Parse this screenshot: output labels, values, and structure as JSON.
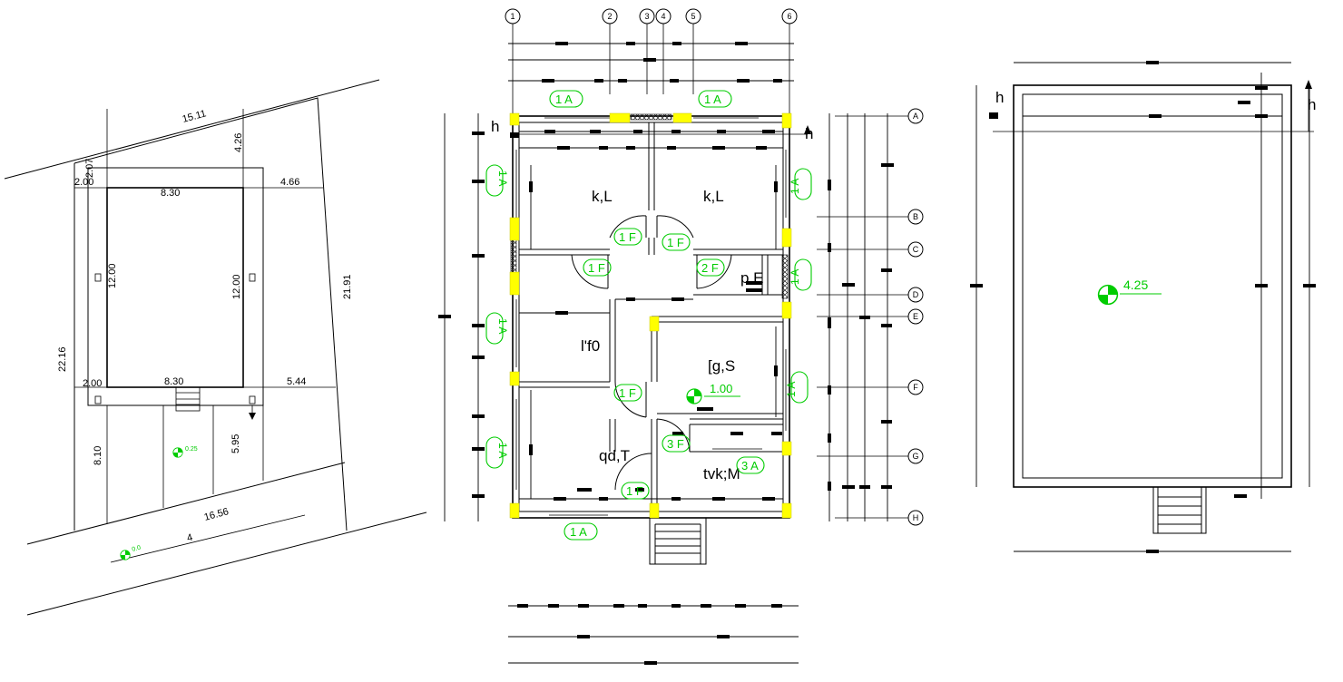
{
  "site_plan": {
    "dims": {
      "top_diag": "15.11",
      "top_offset": "2.07",
      "top_right": "4.26",
      "left_setback_top": "2.00",
      "width_top": "8.30",
      "right_setback_top": "4.66",
      "height_left": "12.00",
      "height_right": "12.00",
      "right_side": "21.91",
      "left_side": "22.16",
      "left_setback_bottom": "2.00",
      "width_bottom": "8.30",
      "right_setback_bottom": "5.44",
      "front_left": "8.10",
      "front_right": "5.95",
      "road_front": "16.56"
    },
    "level_site": "0.25",
    "level_road": "0.0",
    "road_label": "4"
  },
  "floor_plan": {
    "grid_columns": [
      "1",
      "2",
      "3",
      "4",
      "5",
      "6"
    ],
    "grid_rows": [
      "A",
      "B",
      "C",
      "D",
      "E",
      "F",
      "G",
      "H"
    ],
    "rooms": {
      "bedroom_left": "k,L",
      "bedroom_right": "k,L",
      "store": "p.E",
      "lobby": "l'f0",
      "kitchen": "[g,S",
      "drawing": "qd,T",
      "toilet": "tvk;M"
    },
    "tags": {
      "window_top_left": "1 A",
      "window_top_right": "1 A",
      "window_bottom": "1 A",
      "window_left_1": "1 A",
      "window_left_2": "1 A",
      "window_left_3": "1 A",
      "window_right_1": "1 A",
      "window_right_2": "1 A",
      "window_right_3": "1 A",
      "door_1": "1 F",
      "door_2": "1 F",
      "door_3": "1 F",
      "door_4": "2 F",
      "door_5": "1 F",
      "door_6": "3 F",
      "door_7": "1 F",
      "vent": "3 A"
    },
    "level": "1.00",
    "section_mark": "h"
  },
  "roof_plan": {
    "level": "4.25",
    "section_mark": "h"
  },
  "colors": {
    "line": "#000000",
    "annotation": "#00cc00",
    "column": "#ffff00"
  }
}
